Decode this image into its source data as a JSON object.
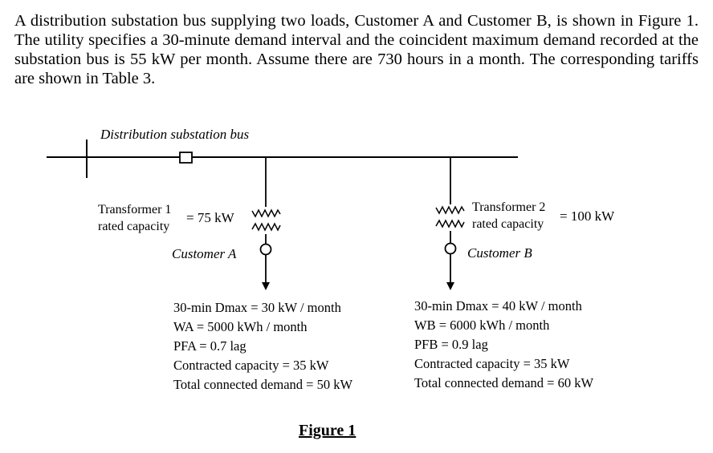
{
  "problem_text": "A distribution substation bus supplying two loads, Customer A and Customer B, is shown in Figure 1. The utility specifies a 30-minute demand interval and the coincident maximum demand recorded at the substation bus is 55 kW per month. Assume there are 730 hours in a month. The corresponding tariffs are shown in Table 3.",
  "diagram": {
    "bus_label": "Distribution substation bus",
    "transformer1": {
      "line1": "Transformer 1",
      "line2": "rated capacity",
      "value": "= 75 kW"
    },
    "transformer2": {
      "line1": "Transformer 2",
      "line2": "rated capacity",
      "value": "= 100 kW"
    },
    "customer_a": {
      "name": "Customer A",
      "specs": [
        "30-min Dmax = 30 kW / month",
        "WA = 5000 kWh / month",
        "PFA = 0.7 lag",
        "Contracted capacity = 35 kW",
        "Total connected demand = 50 kW"
      ]
    },
    "customer_b": {
      "name": "Customer B",
      "specs": [
        "30-min Dmax = 40 kW / month",
        "WB = 6000 kWh / month",
        "PFB = 0.9 lag",
        "Contracted capacity = 35 kW",
        "Total connected demand = 60 kW"
      ]
    },
    "figure_caption": "Figure 1"
  }
}
